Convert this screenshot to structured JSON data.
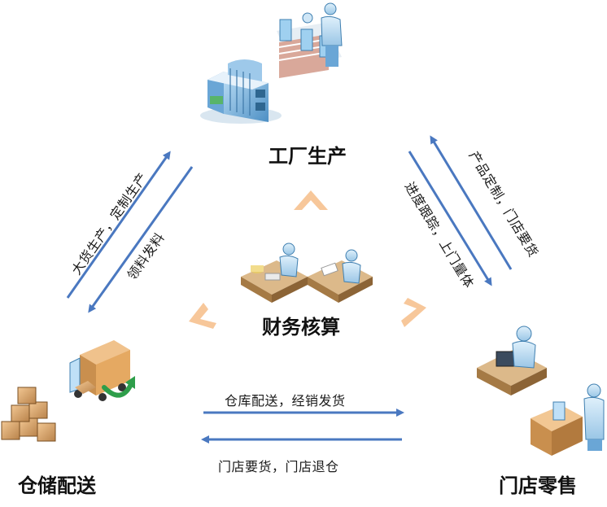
{
  "nodes": {
    "factory": "工厂生产",
    "finance": "财务核算",
    "warehouse": "仓储配送",
    "store": "门店零售"
  },
  "flows": {
    "wh_to_factory": "大货生产，定制生产",
    "factory_to_wh": "领料发料",
    "store_to_factory": "产品定制，门店要货",
    "factory_to_store": "进度跟踪，上门量体",
    "wh_to_store": "仓库配送，经销发货",
    "store_to_wh": "门店要货，门店退仓"
  },
  "colors": {
    "arrow": "#4a78c0",
    "chevron": "#f7c79a",
    "text": "#111111"
  },
  "icons": [
    "factory-building-icon",
    "assembly-line-worker-icon",
    "accountant-desks-icon",
    "delivery-truck-icon",
    "cardboard-boxes-icon",
    "store-clerk-desk-icon",
    "shopkeeper-with-box-icon"
  ]
}
